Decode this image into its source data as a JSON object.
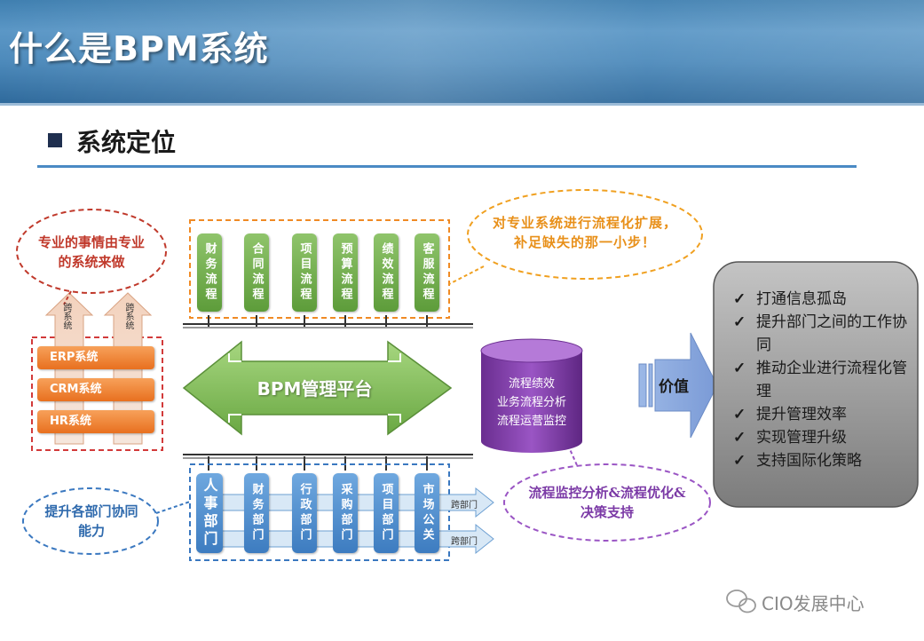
{
  "header": {
    "title": "什么是BPM系统"
  },
  "section": {
    "title": "系统定位"
  },
  "top_processes": [
    "财务流程",
    "合同流程",
    "项目流程",
    "预算流程",
    "绩效流程",
    "客服流程"
  ],
  "left_systems": [
    "ERP系统",
    "CRM系统",
    "HR系统"
  ],
  "cross_system_label": "跨系统",
  "bubble_left_top": "专业的事情由专业的系统来做",
  "bubble_right_top": "对专业系统进行流程化扩展，补足缺失的那一小步！",
  "platform_label": "BPM管理平台",
  "cylinder_lines": [
    "流程绩效",
    "业务流程分析",
    "流程运营监控"
  ],
  "bubble_bottom_center": "流程监控分析&流程优化&决策支持",
  "bubble_left_bottom": "提升各部门协同能力",
  "bottom_departments": [
    "人事部门",
    "财务部门",
    "行政部门",
    "采购部门",
    "项目部门",
    "市场公关"
  ],
  "cross_dept_label": "跨部门",
  "value_label": "价值",
  "value_items": [
    "打通信息孤岛",
    "提升部门之间的工作协同",
    "推动企业进行流程化管理",
    "提升管理效率",
    "实现管理升级",
    "支持国际化策略"
  ],
  "watermark": "CIO发展中心"
}
